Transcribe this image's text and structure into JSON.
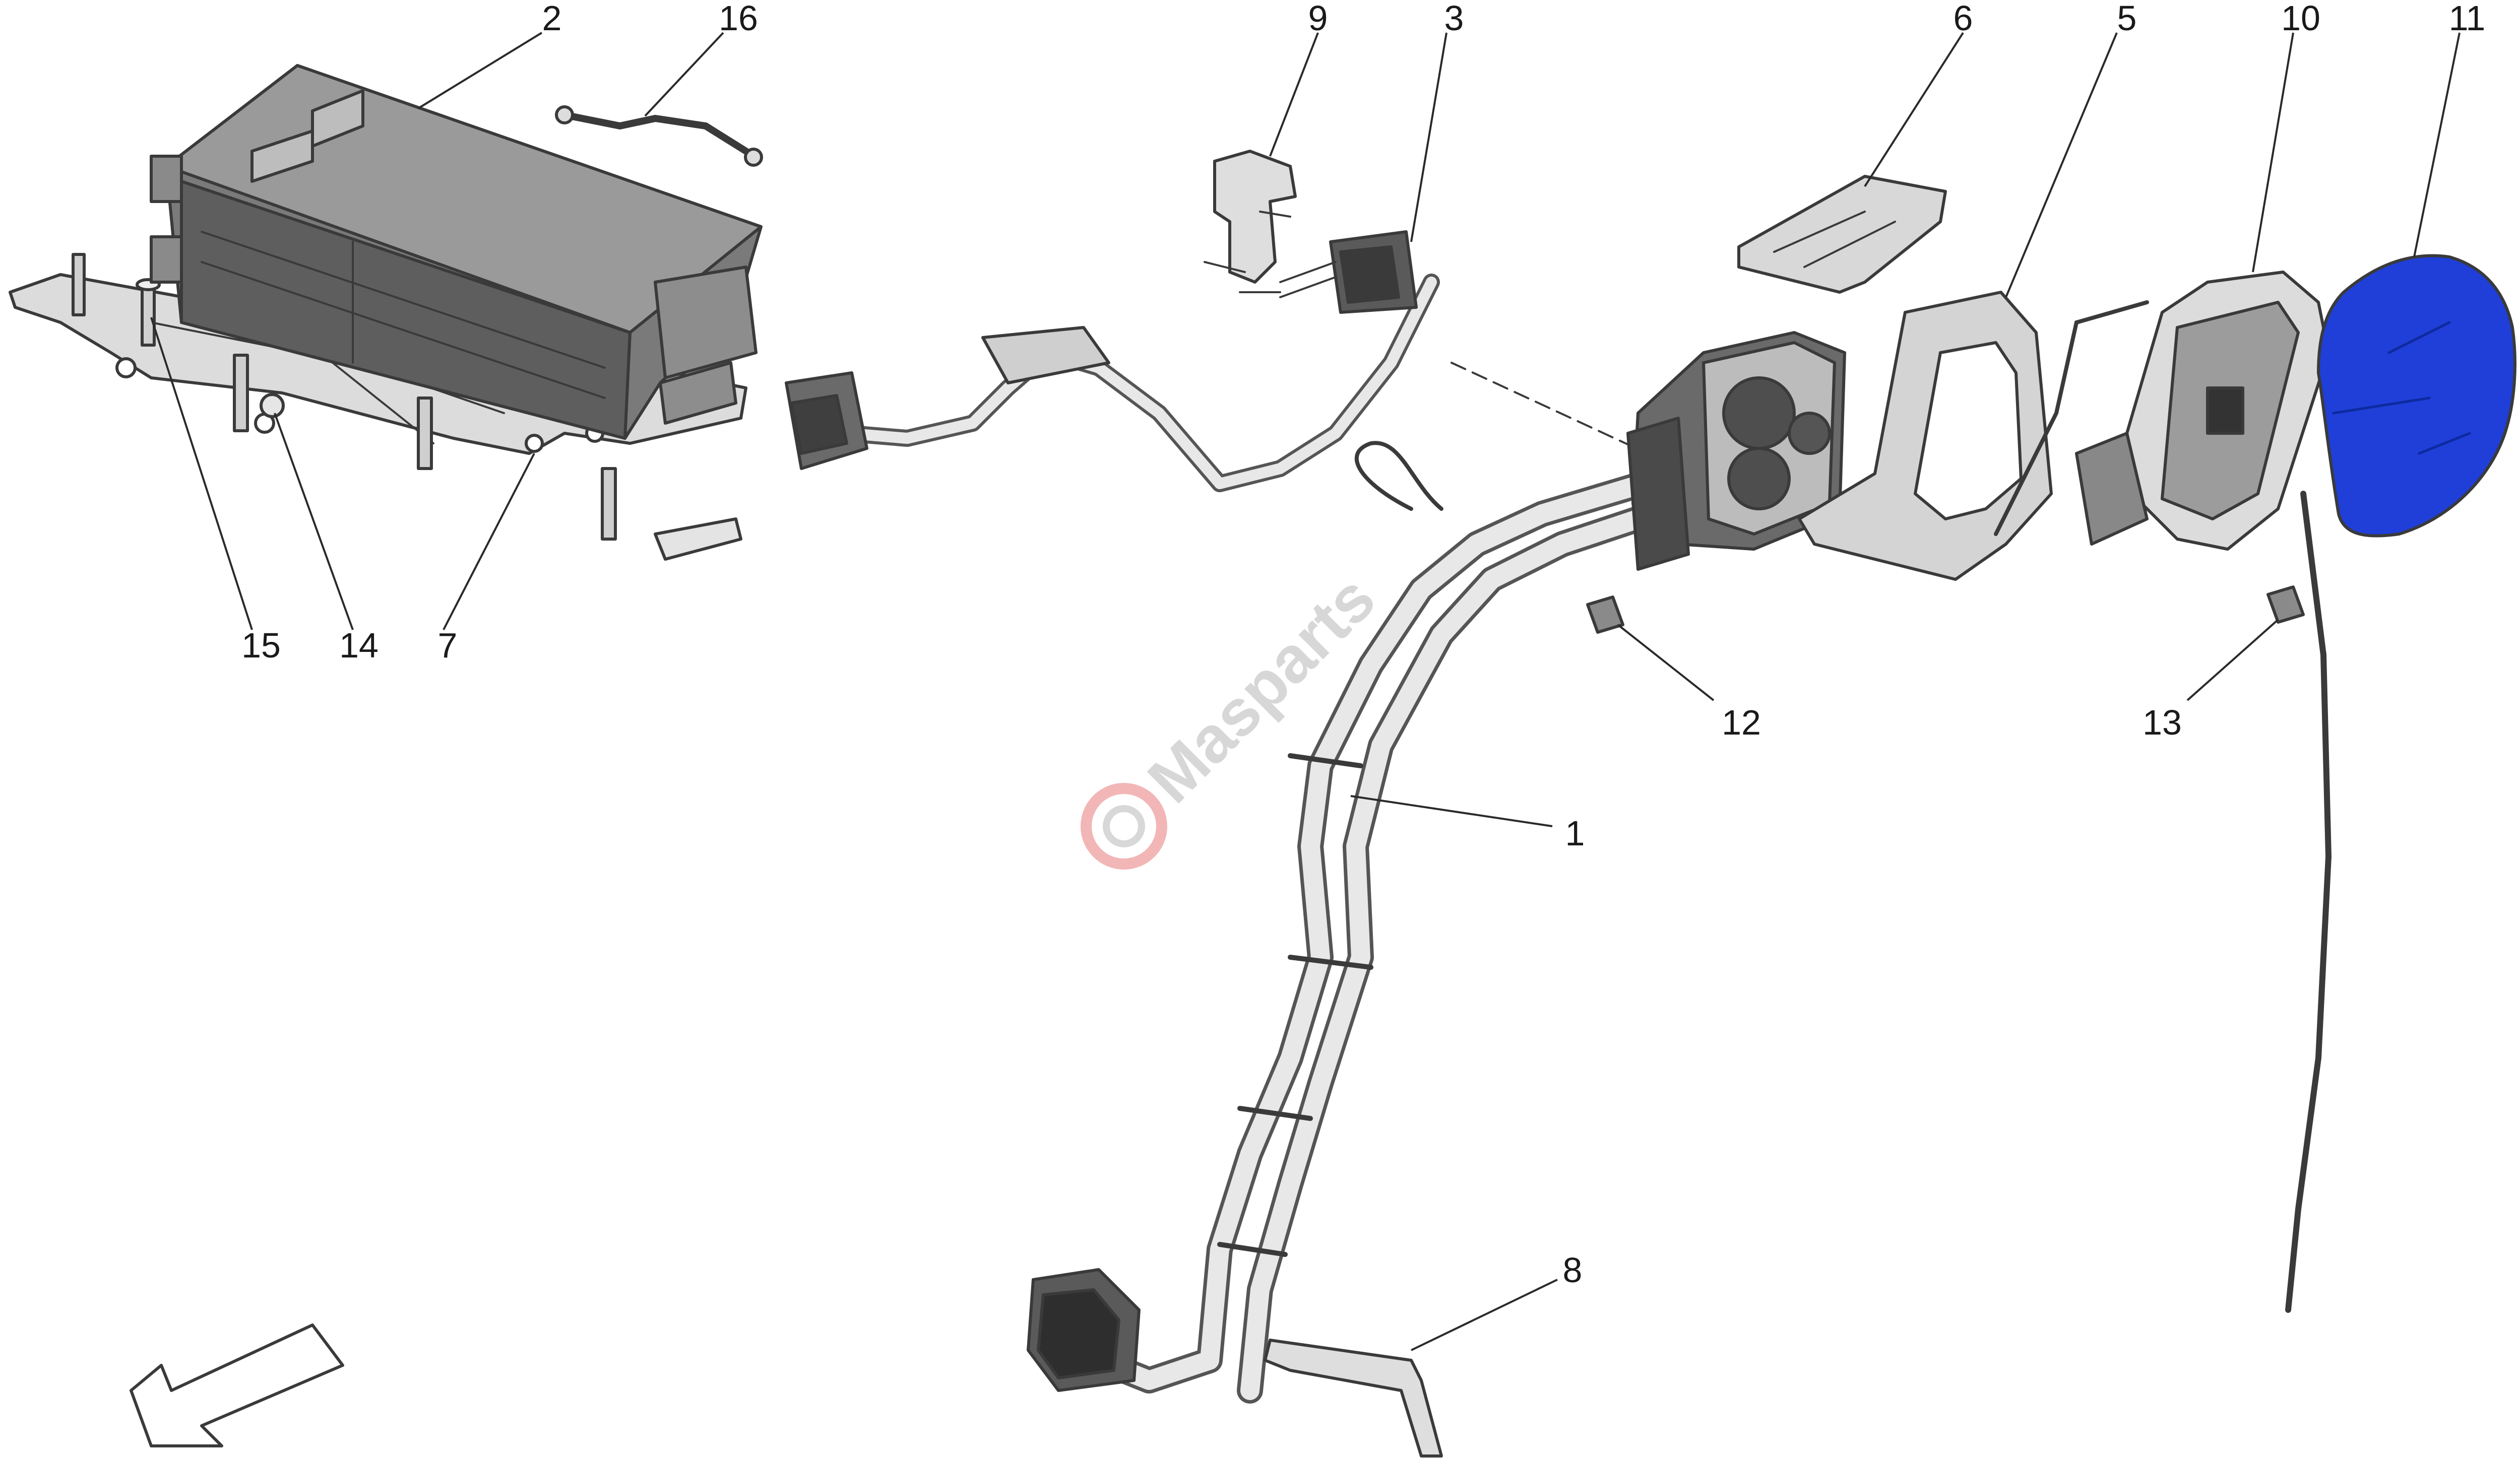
{
  "labels": {
    "l1": "1",
    "l2": "2",
    "l3": "3",
    "l5": "5",
    "l6": "6",
    "l7": "7",
    "l8": "8",
    "l9": "9",
    "l10": "10",
    "l11": "11",
    "l12": "12",
    "l13": "13",
    "l14": "14",
    "l15": "15",
    "l16": "16"
  },
  "watermark": {
    "text": "Masparts"
  },
  "colors": {
    "highlight_part": "#1f3fd8",
    "line": "#2a2a2a",
    "part_fill": "#d9d9d9",
    "dark_fill": "#6e6e6e"
  }
}
